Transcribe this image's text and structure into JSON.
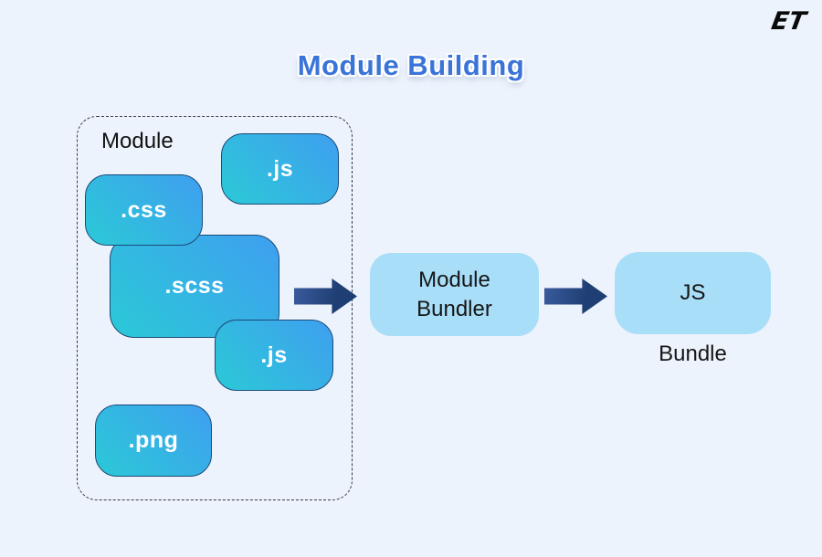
{
  "page": {
    "title": "Module Building",
    "logo_text": "ET"
  },
  "module_group": {
    "label": "Module",
    "files": [
      {
        "label": ".js"
      },
      {
        "label": ".css"
      },
      {
        "label": ".scss"
      },
      {
        "label": ".js"
      },
      {
        "label": ".png"
      }
    ]
  },
  "flow": {
    "bundler_label": "Module Bundler",
    "output_label": "JS",
    "output_caption": "Bundle"
  },
  "colors": {
    "background": "#edf3fc",
    "title_blue": "#3a74d9",
    "file_gradient_start": "#2bc9d7",
    "file_gradient_end": "#3f9ff0",
    "file_border": "#1a4a78",
    "light_box": "#a9def9",
    "arrow_dark": "#1f3f74",
    "arrow_light": "#3a5c9e",
    "text_dark": "#161616"
  }
}
